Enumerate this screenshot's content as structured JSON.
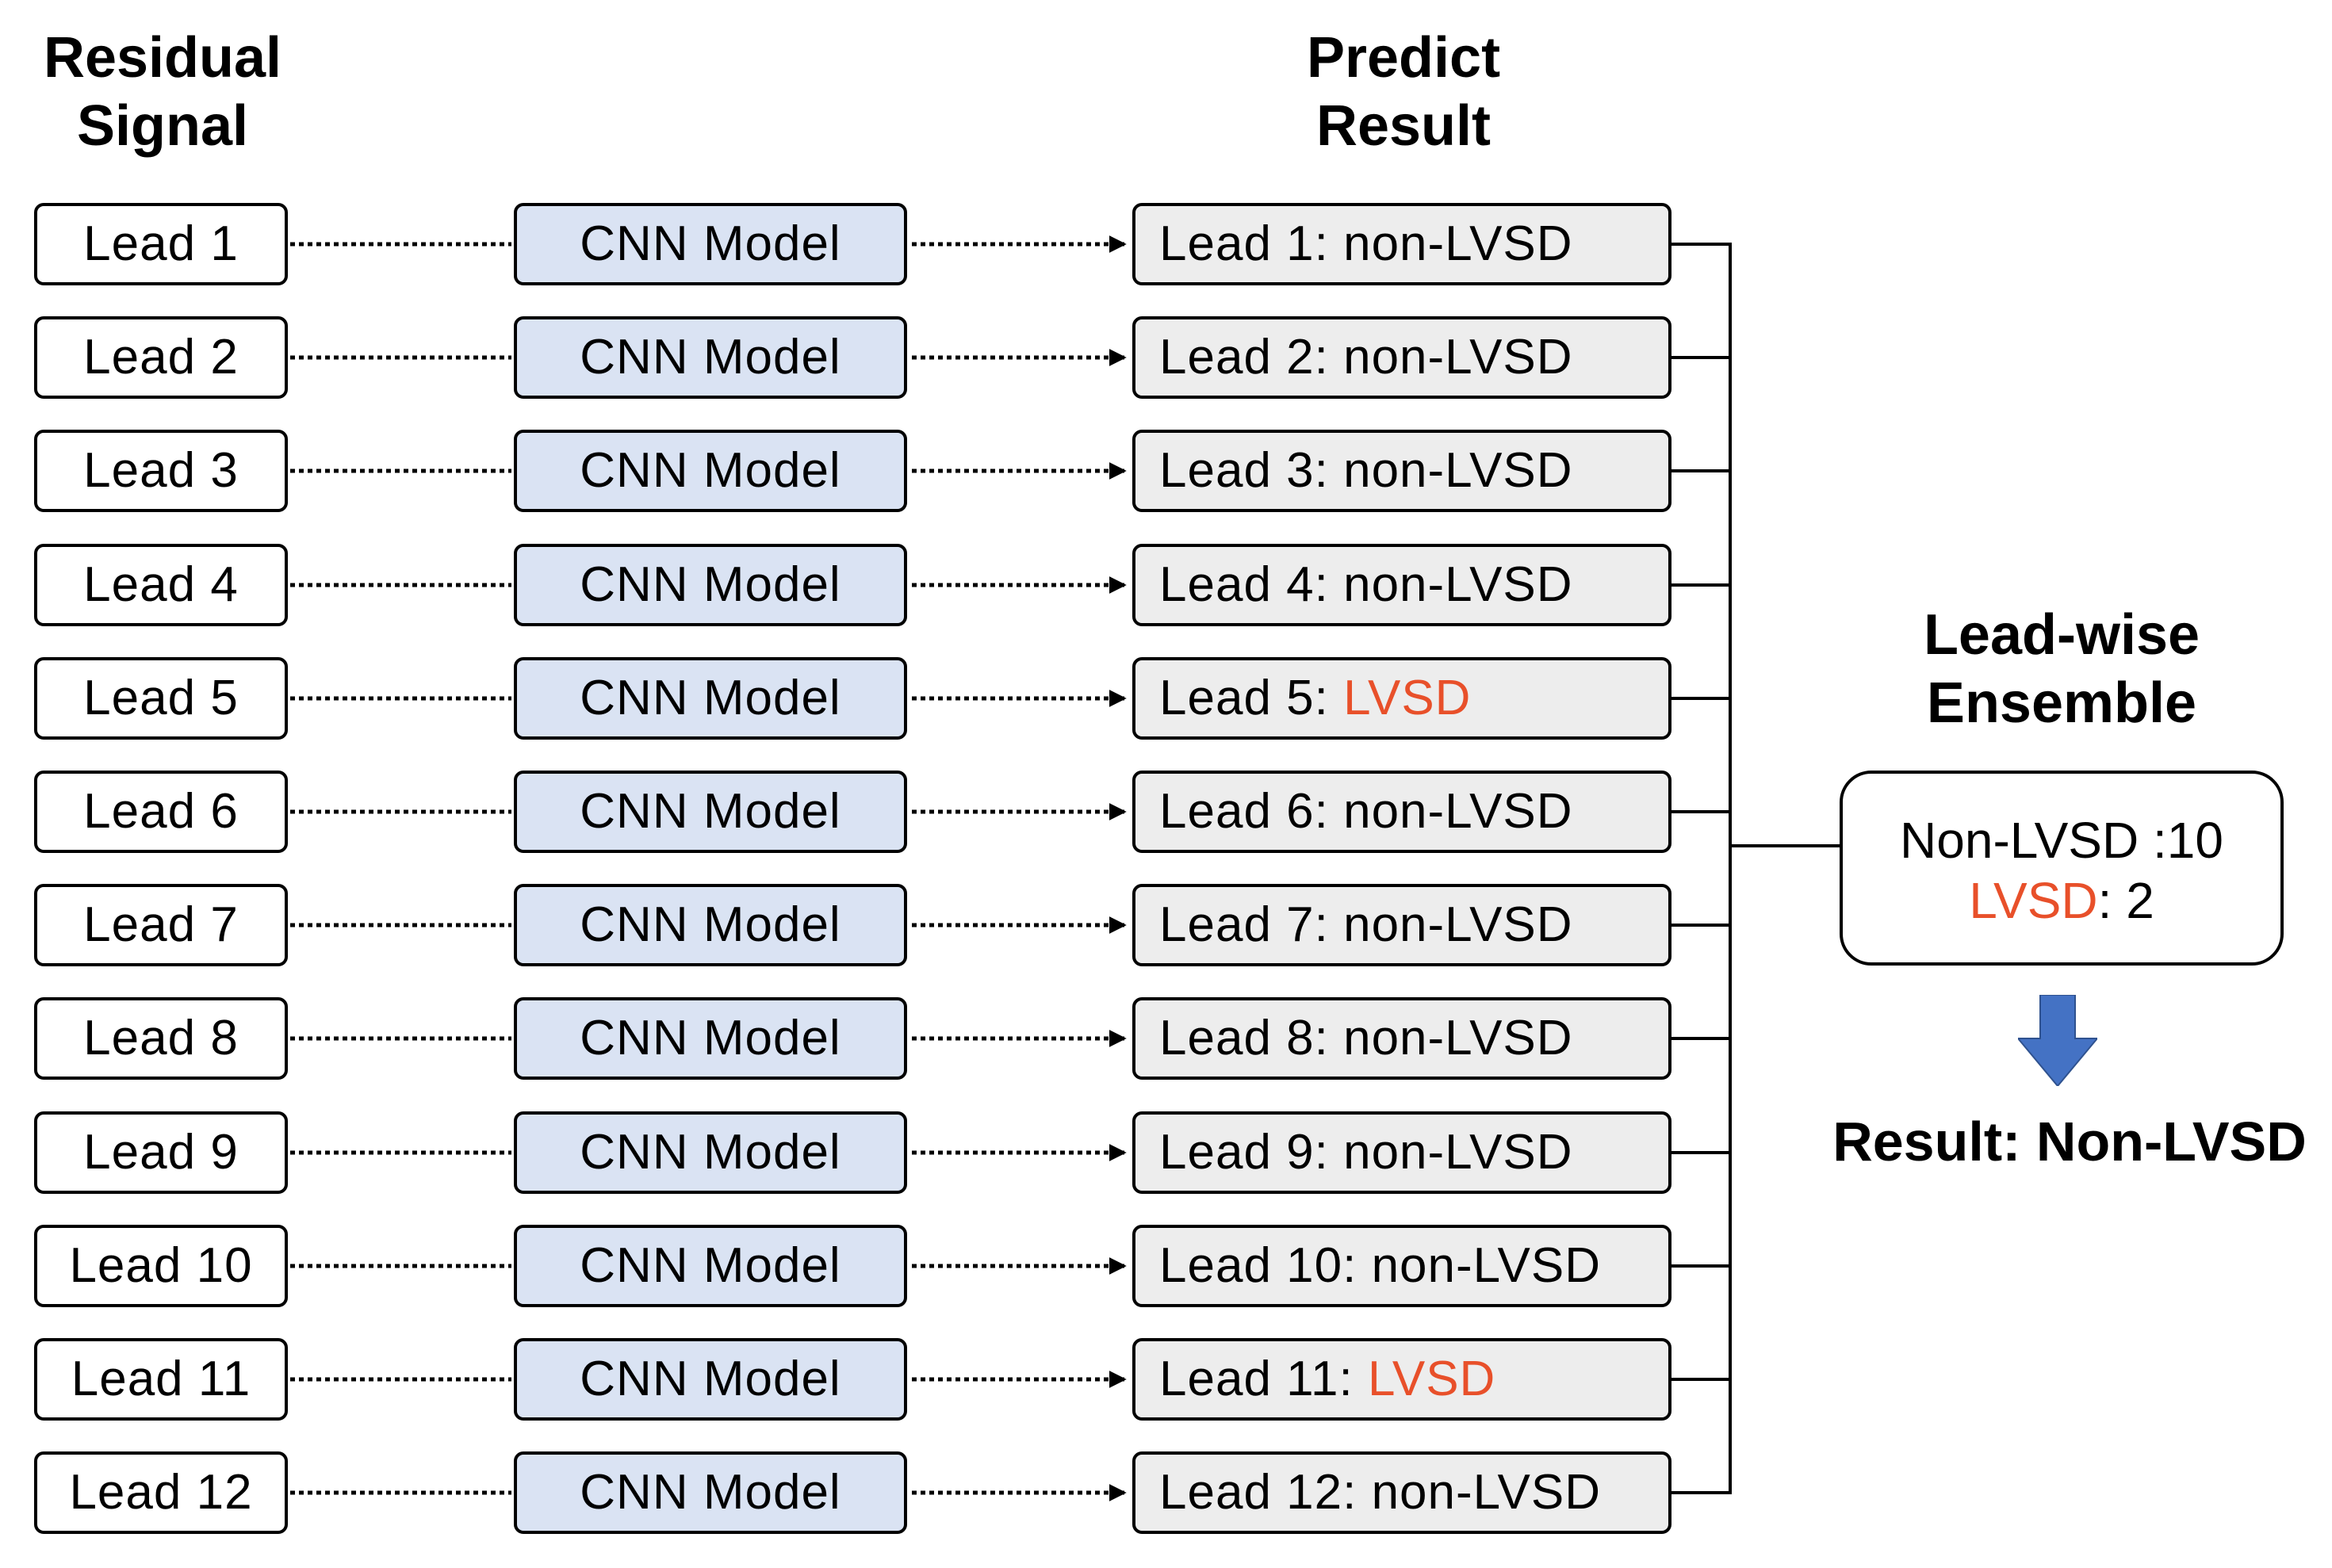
{
  "headings": {
    "residual_signal": [
      "Residual",
      "Signal"
    ],
    "predict_result": [
      "Predict",
      "Result"
    ],
    "lead_wise_ensemble": [
      "Lead-wise",
      "Ensemble"
    ]
  },
  "rows": [
    {
      "lead": "Lead 1",
      "model": "CNN Model",
      "result_prefix": "Lead 1: ",
      "result_label": "non-LVSD",
      "lvsd": false
    },
    {
      "lead": "Lead 2",
      "model": "CNN Model",
      "result_prefix": "Lead 2: ",
      "result_label": "non-LVSD",
      "lvsd": false
    },
    {
      "lead": "Lead 3",
      "model": "CNN Model",
      "result_prefix": "Lead 3: ",
      "result_label": "non-LVSD",
      "lvsd": false
    },
    {
      "lead": "Lead 4",
      "model": "CNN Model",
      "result_prefix": "Lead 4: ",
      "result_label": "non-LVSD",
      "lvsd": false
    },
    {
      "lead": "Lead 5",
      "model": "CNN Model",
      "result_prefix": "Lead 5: ",
      "result_label": "LVSD",
      "lvsd": true
    },
    {
      "lead": "Lead 6",
      "model": "CNN Model",
      "result_prefix": "Lead 6: ",
      "result_label": "non-LVSD",
      "lvsd": false
    },
    {
      "lead": "Lead 7",
      "model": "CNN Model",
      "result_prefix": "Lead 7: ",
      "result_label": "non-LVSD",
      "lvsd": false
    },
    {
      "lead": "Lead 8",
      "model": "CNN Model",
      "result_prefix": "Lead 8: ",
      "result_label": "non-LVSD",
      "lvsd": false
    },
    {
      "lead": "Lead 9",
      "model": "CNN Model",
      "result_prefix": "Lead 9: ",
      "result_label": "non-LVSD",
      "lvsd": false
    },
    {
      "lead": "Lead 10",
      "model": "CNN Model",
      "result_prefix": "Lead 10: ",
      "result_label": "non-LVSD",
      "lvsd": false
    },
    {
      "lead": "Lead 11",
      "model": "CNN Model",
      "result_prefix": "Lead 11: ",
      "result_label": "LVSD",
      "lvsd": true
    },
    {
      "lead": "Lead 12",
      "model": "CNN Model",
      "result_prefix": "Lead 12: ",
      "result_label": "non-LVSD",
      "lvsd": false
    }
  ],
  "ensemble": {
    "non_lvsd_label": "Non-LVSD",
    "non_lvsd_separator": " :",
    "non_lvsd_count": "10",
    "lvsd_label": "LVSD",
    "lvsd_separator": ": ",
    "lvsd_count": "2"
  },
  "final_result": "Result: Non-LVSD",
  "colors": {
    "lvsd_highlight": "#e8502a",
    "cnn_fill": "#dae3f3",
    "result_fill": "#ededed",
    "arrow_fill": "#4472c4"
  },
  "icons": {
    "down_arrow": "down-arrow-icon"
  }
}
